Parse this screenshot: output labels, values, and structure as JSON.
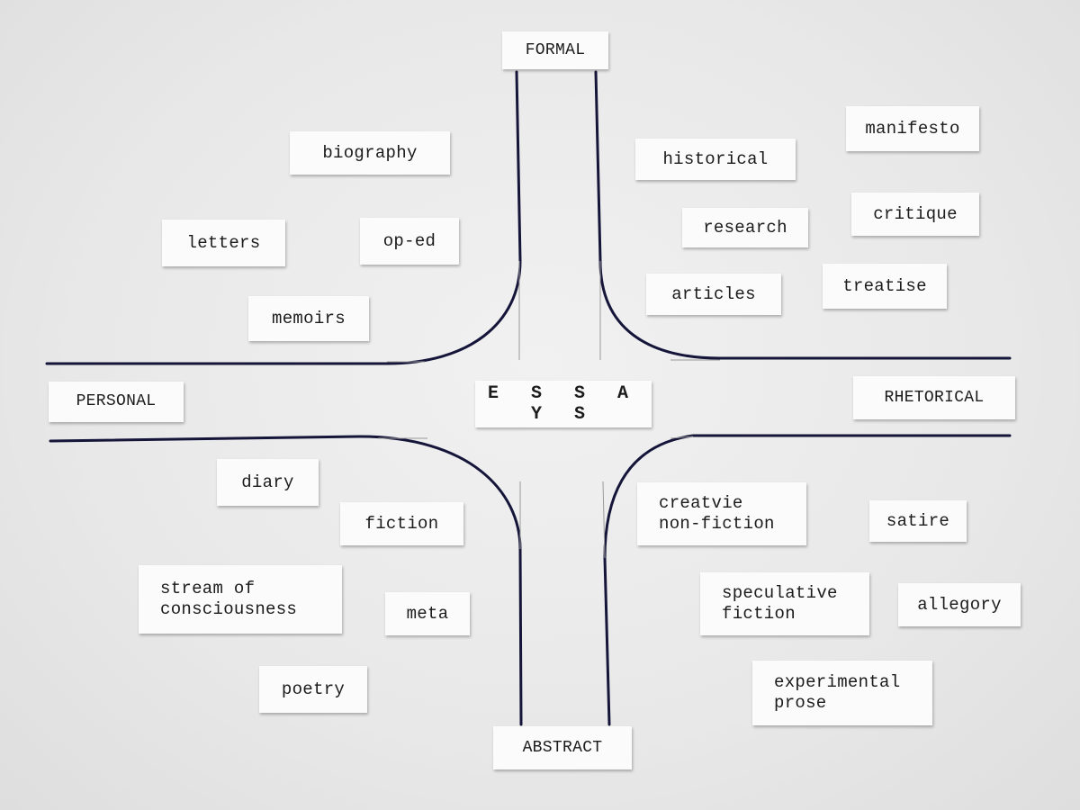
{
  "center": "E S S A Y S",
  "axes": {
    "top": "FORMAL",
    "bottom": "ABSTRACT",
    "left": "PERSONAL",
    "right": "RHETORICAL"
  },
  "quadrants": {
    "formal_personal": [
      "biography",
      "letters",
      "op-ed",
      "memoirs"
    ],
    "formal_rhetorical": [
      "manifesto",
      "historical",
      "research",
      "critique",
      "articles",
      "treatise"
    ],
    "abstract_personal": [
      "diary",
      "fiction",
      "stream of\nconsciousness",
      "meta",
      "poetry"
    ],
    "abstract_rhetorical": [
      "creatvie\nnon-fiction",
      "satire",
      "speculative\nfiction",
      "allegory",
      "experimental\nprose"
    ]
  },
  "colors": {
    "paper": "#e9e9e9",
    "slip": "#fbfbfb",
    "ink": "#1b1b1b"
  }
}
